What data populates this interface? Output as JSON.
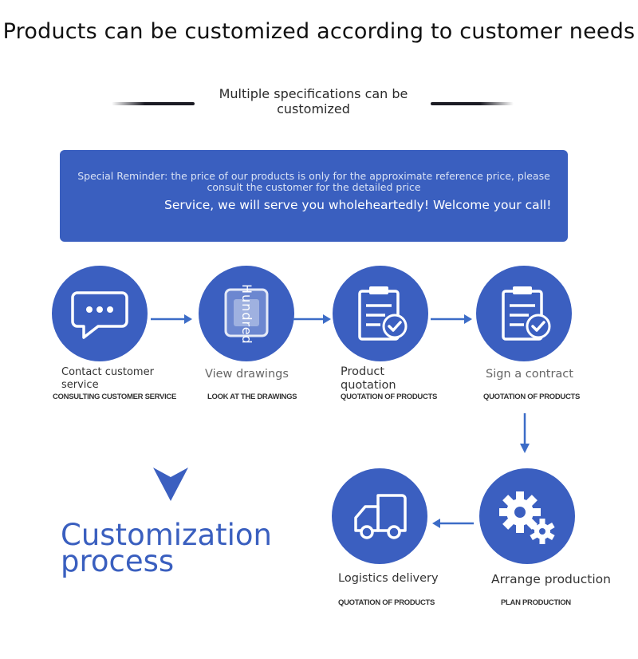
{
  "header": {
    "title": "Products can be customized according to customer needs",
    "subtitle": "Multiple specifications can be customized"
  },
  "banner": {
    "reminder": "Special Reminder: the price of our products is only for the approximate reference price, please consult the customer for the detailed price",
    "service": "Service, we will serve you wholeheartedly! Welcome your call!"
  },
  "steps": [
    {
      "label": "Contact customer service",
      "caps": "CONSULTING CUSTOMER SERVICE",
      "icon": "chat-bubble-icon"
    },
    {
      "label": "View drawings",
      "caps": "LOOK AT THE DRAWINGS",
      "icon": "drawing-frame-icon",
      "overlay": "Hundred"
    },
    {
      "label": "Product quotation",
      "caps": "QUOTATION OF PRODUCTS",
      "icon": "clipboard-check-icon"
    },
    {
      "label": "Sign a contract",
      "caps": "QUOTATION OF PRODUCTS",
      "icon": "clipboard-check-icon"
    },
    {
      "label": "Arrange production",
      "caps": "PLAN PRODUCTION",
      "icon": "gears-icon"
    },
    {
      "label": "Logistics delivery",
      "caps": "QUOTATION OF PRODUCTS",
      "icon": "truck-icon"
    }
  ],
  "process": {
    "title_line1": "Customization",
    "title_line2": "process"
  },
  "colors": {
    "accent": "#3a5fbf",
    "arrow": "#3c6cc7"
  }
}
